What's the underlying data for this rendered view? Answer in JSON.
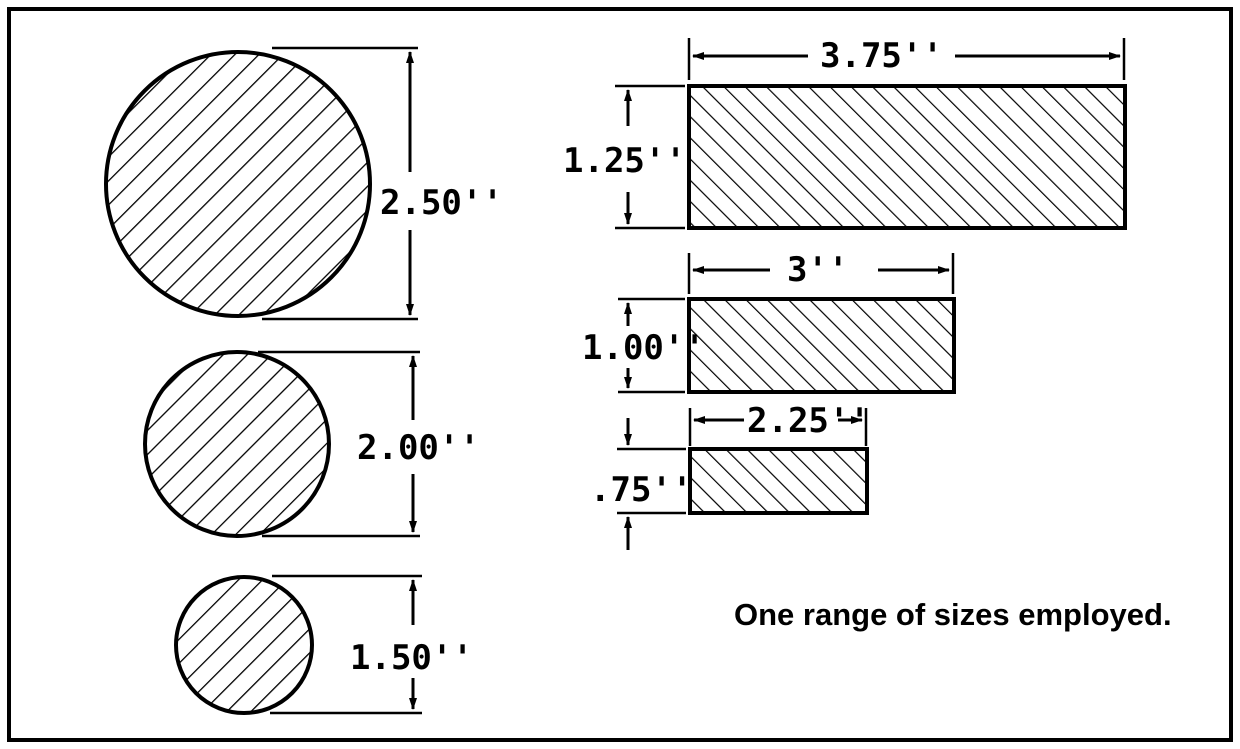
{
  "circles": [
    {
      "diameter_label": "2.50''"
    },
    {
      "diameter_label": "2.00''"
    },
    {
      "diameter_label": "1.50''"
    }
  ],
  "rectangles": [
    {
      "width_label": "3.75''",
      "height_label": "1.25''"
    },
    {
      "width_label": "3''",
      "height_label": "1.00''"
    },
    {
      "width_label": "2.25''",
      "height_label": ".75''"
    }
  ],
  "caption": "One range of sizes employed.",
  "colors": {
    "ink": "#000000",
    "paper": "#ffffff"
  }
}
